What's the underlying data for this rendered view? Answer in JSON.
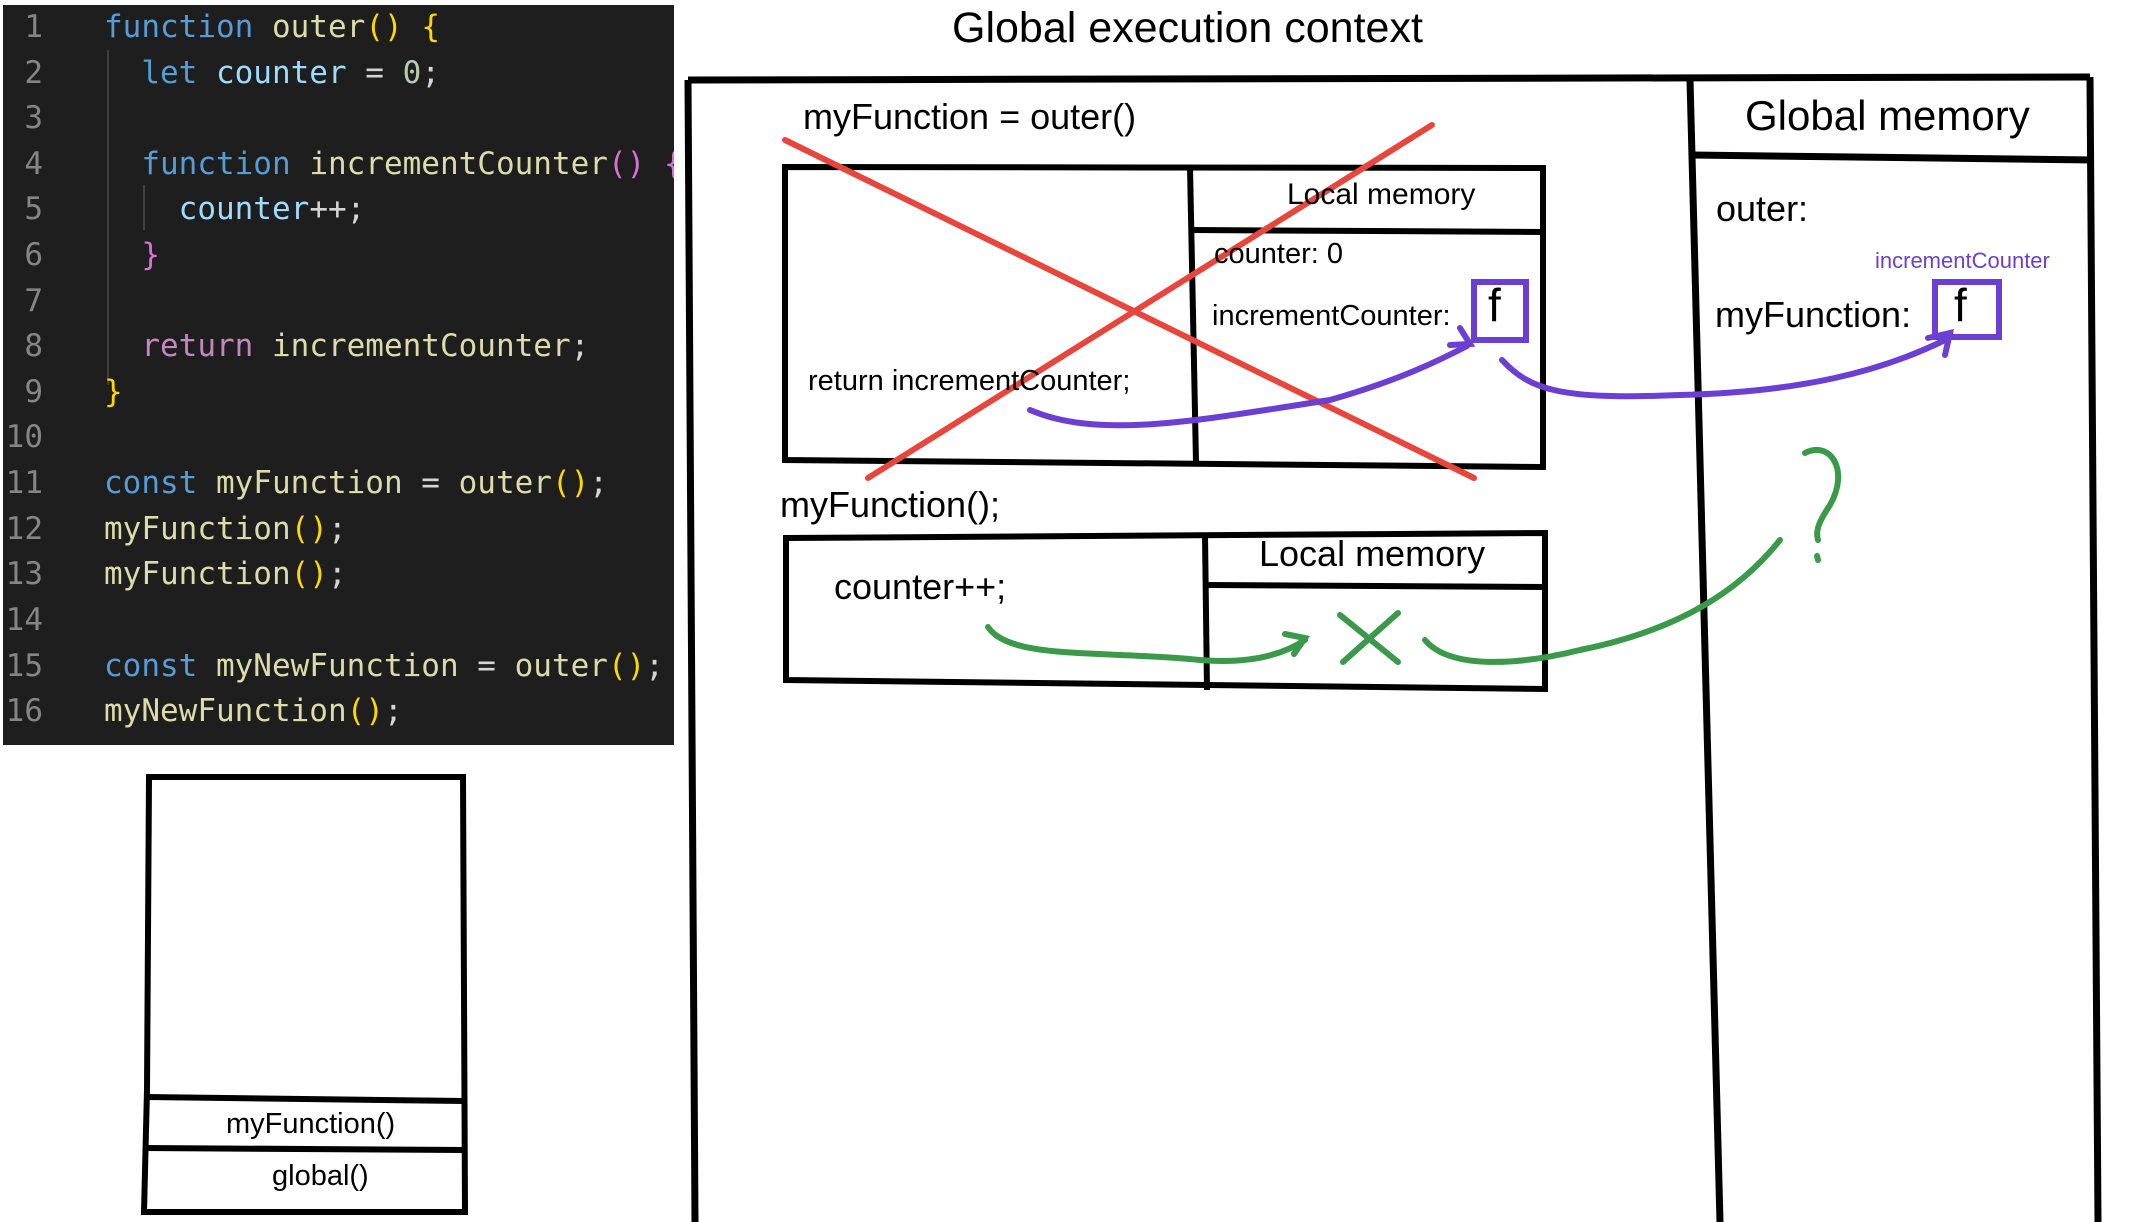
{
  "code": {
    "lines": [
      {
        "n": "1",
        "tokens": [
          {
            "t": "function ",
            "c": "k-blue"
          },
          {
            "t": "outer",
            "c": "fn"
          },
          {
            "t": "() ",
            "c": "br-gold"
          },
          {
            "t": "{",
            "c": "br-gold"
          }
        ]
      },
      {
        "n": "2",
        "tokens": [
          {
            "t": "  let ",
            "c": "k-blue"
          },
          {
            "t": "counter",
            "c": "var"
          },
          {
            "t": " = ",
            "c": "op"
          },
          {
            "t": "0",
            "c": "num"
          },
          {
            "t": ";",
            "c": "op"
          }
        ]
      },
      {
        "n": "3",
        "tokens": []
      },
      {
        "n": "4",
        "tokens": [
          {
            "t": "  function ",
            "c": "k-blue"
          },
          {
            "t": "incrementCounter",
            "c": "fn"
          },
          {
            "t": "() ",
            "c": "br-pink"
          },
          {
            "t": "{",
            "c": "br-pink"
          }
        ]
      },
      {
        "n": "5",
        "tokens": [
          {
            "t": "    counter",
            "c": "var"
          },
          {
            "t": "++;",
            "c": "op"
          }
        ]
      },
      {
        "n": "6",
        "tokens": [
          {
            "t": "  }",
            "c": "br-pink"
          }
        ]
      },
      {
        "n": "7",
        "tokens": []
      },
      {
        "n": "8",
        "tokens": [
          {
            "t": "  return ",
            "c": "k-purple"
          },
          {
            "t": "incrementCounter",
            "c": "fn"
          },
          {
            "t": ";",
            "c": "op"
          }
        ]
      },
      {
        "n": "9",
        "tokens": [
          {
            "t": "}",
            "c": "br-gold"
          }
        ]
      },
      {
        "n": "10",
        "tokens": []
      },
      {
        "n": "11",
        "tokens": [
          {
            "t": "const ",
            "c": "k-blue"
          },
          {
            "t": "myFunction",
            "c": "fn"
          },
          {
            "t": " = ",
            "c": "op"
          },
          {
            "t": "outer",
            "c": "fn"
          },
          {
            "t": "()",
            "c": "br-gold"
          },
          {
            "t": ";",
            "c": "op"
          }
        ]
      },
      {
        "n": "12",
        "tokens": [
          {
            "t": "myFunction",
            "c": "fn"
          },
          {
            "t": "()",
            "c": "br-gold"
          },
          {
            "t": ";",
            "c": "op"
          }
        ]
      },
      {
        "n": "13",
        "tokens": [
          {
            "t": "myFunction",
            "c": "fn"
          },
          {
            "t": "()",
            "c": "br-gold"
          },
          {
            "t": ";",
            "c": "op"
          }
        ]
      },
      {
        "n": "14",
        "tokens": []
      },
      {
        "n": "15",
        "tokens": [
          {
            "t": "const ",
            "c": "k-blue"
          },
          {
            "t": "myNewFunction",
            "c": "fn"
          },
          {
            "t": " = ",
            "c": "op"
          },
          {
            "t": "outer",
            "c": "fn"
          },
          {
            "t": "()",
            "c": "br-gold"
          },
          {
            "t": ";",
            "c": "op"
          }
        ]
      },
      {
        "n": "16",
        "tokens": [
          {
            "t": "myNewFunction",
            "c": "fn"
          },
          {
            "t": "()",
            "c": "br-gold"
          },
          {
            "t": ";",
            "c": "op"
          }
        ]
      }
    ]
  },
  "call_stack": {
    "frames": [
      "myFunction()",
      "global()"
    ]
  },
  "diagram": {
    "title": "Global execution context",
    "first_call_label": "myFunction = outer()",
    "first_call_return": "return incrementCounter;",
    "first_local_memory_header": "Local memory",
    "first_local_counter": "counter: 0",
    "first_local_fn_label": "incrementCounter:",
    "fn_glyph": "f",
    "second_call_label": "myFunction();",
    "second_call_code": "counter++;",
    "second_local_memory_header": "Local memory",
    "global_memory_header": "Global memory",
    "global_outer": "outer:",
    "global_myfunction": "myFunction:",
    "global_fn_annotation": "incrementCounter",
    "question_mark": "?"
  },
  "colors": {
    "red_cross": "#e8453c",
    "purple": "#6b3fd4",
    "green": "#3a9a4a"
  }
}
